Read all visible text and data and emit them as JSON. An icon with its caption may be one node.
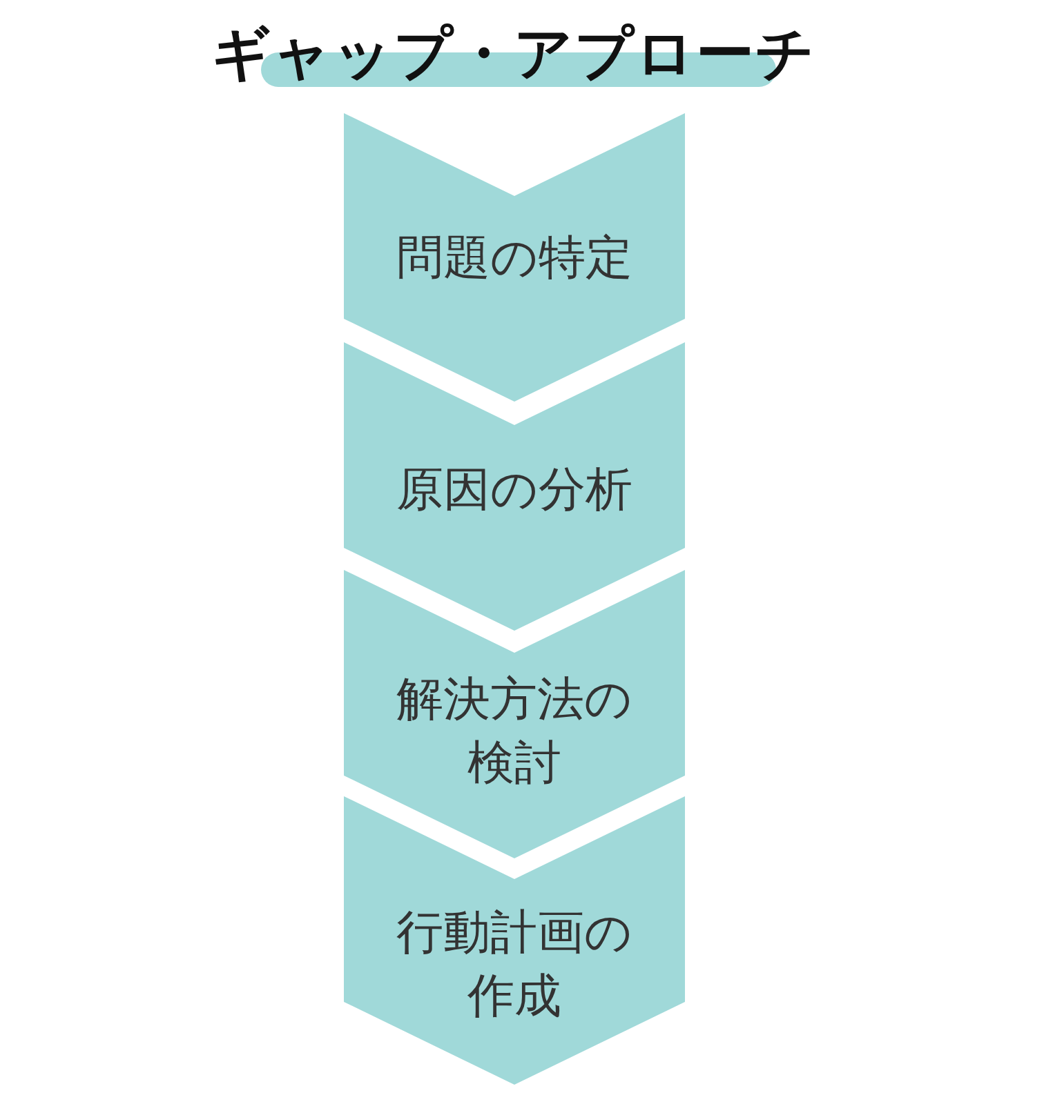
{
  "diagram": {
    "title": "ギャップ・アプローチ",
    "nodes": [
      {
        "text": [
          "問題の特定"
        ]
      },
      {
        "text": [
          "原因の分析"
        ]
      },
      {
        "text": [
          "解決方法の検討"
        ]
      },
      {
        "text": [
          "行動計画の作成"
        ]
      }
    ]
  }
}
